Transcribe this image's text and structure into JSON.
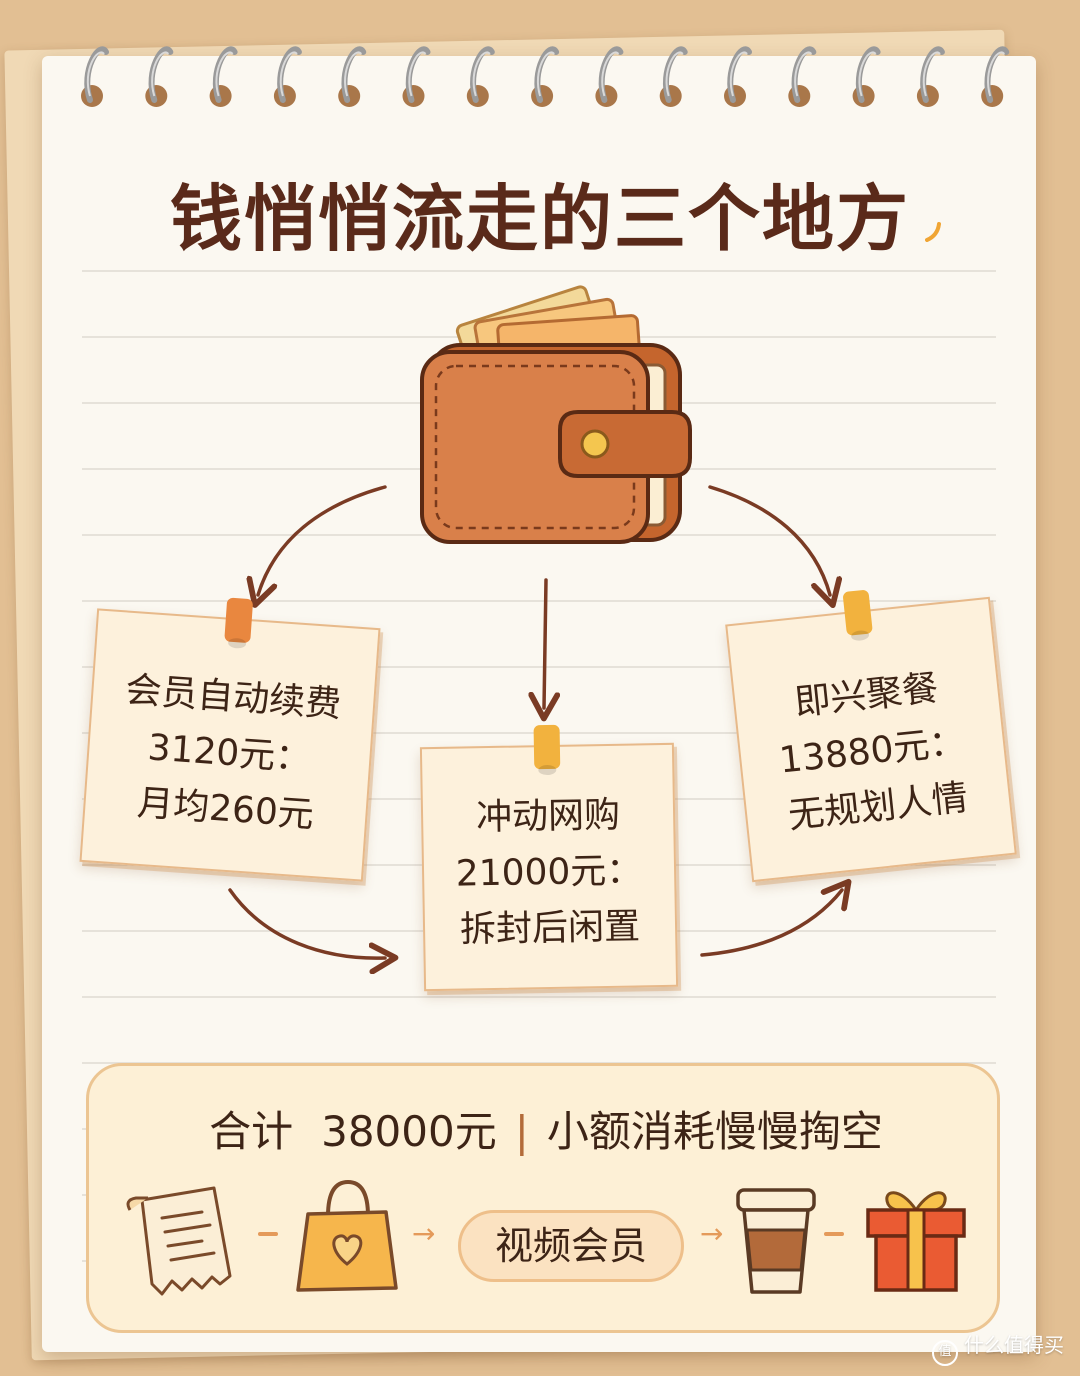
{
  "title": "钱悄悄流走的三个地方",
  "notes": [
    {
      "name": "member-renewal",
      "lines": [
        "会员自动续费",
        "3120元：",
        "月均260元"
      ],
      "pin_color": "#e9873f"
    },
    {
      "name": "impulse-shopping",
      "lines": [
        "冲动网购",
        "21000元：",
        "拆封后闲置"
      ],
      "pin_color": "#f2b23e"
    },
    {
      "name": "impromptu-dinner",
      "lines": [
        "即兴聚餐",
        "13880元：",
        "无规划人情"
      ],
      "pin_color": "#f2b23e"
    }
  ],
  "summary": {
    "label": "合计",
    "amount": "38000元",
    "separator": "|",
    "desc": "小额消耗慢慢掏空",
    "flow": [
      "receipt-icon",
      "-",
      "shopping-bag-icon",
      "→",
      "视频会员",
      "→",
      "coffee-cup-icon",
      "-",
      "gift-box-icon"
    ],
    "pill_label": "视频会员"
  },
  "watermark": {
    "badge": "值",
    "text": "什么值得买"
  },
  "colors": {
    "title": "#5a2a1a",
    "arrow": "#7a3b24",
    "note_bg": "#fdf1dc",
    "summary_border": "#ecc592",
    "accent": "#e49a5a"
  }
}
